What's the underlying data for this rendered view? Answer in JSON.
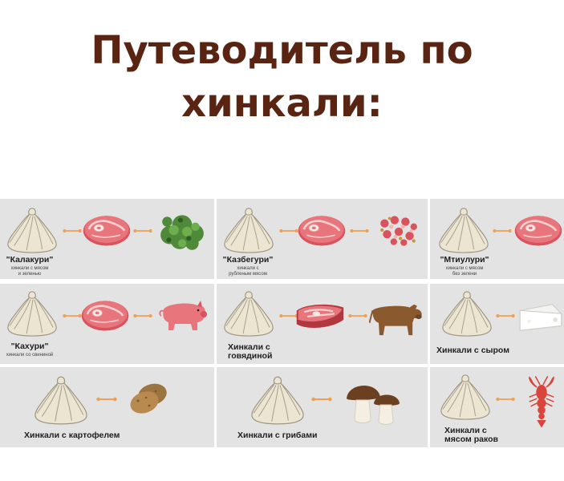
{
  "title_line1": "Путеводитель по",
  "title_line2": "хинкали:",
  "colors": {
    "title": "#5a2412",
    "cell_bg": "#e3e3e3",
    "connector": "#f0a050",
    "meat": "#e8747c",
    "dumpling": "#ece5d2"
  },
  "cells": [
    {
      "name": "\"Калакури\"",
      "sub1": "хинкали с мясом",
      "sub2": "и зеленью",
      "icons": [
        "dumpling-icon",
        "meat-icon",
        "greens-icon"
      ]
    },
    {
      "name": "\"Казбегури\"",
      "sub1": "хинкали с",
      "sub2": "рубленым мясом",
      "icons": [
        "dumpling-icon",
        "meat-icon",
        "minced-meat-icon"
      ]
    },
    {
      "name": "\"Мтиулури\"",
      "sub1": "хинкали с мясом",
      "sub2": "без зелени",
      "icons": [
        "dumpling-icon",
        "meat-icon"
      ]
    },
    {
      "name": "\"Кахури\"",
      "sub1": "хинкали со свининой",
      "icons": [
        "dumpling-icon",
        "meat-icon",
        "pig-icon"
      ]
    },
    {
      "line1": "Хинкали с",
      "line2": "говядиной",
      "icons": [
        "dumpling-icon",
        "steak-icon",
        "cow-icon"
      ]
    },
    {
      "name": "Хинкали с сыром",
      "icons": [
        "dumpling-icon",
        "cheese-icon"
      ]
    },
    {
      "name": "Хинкали с картофелем",
      "icons": [
        "dumpling-icon",
        "potato-icon"
      ]
    },
    {
      "name": "Хинкали с грибами",
      "icons": [
        "dumpling-icon",
        "mushroom-icon"
      ]
    },
    {
      "line1": "Хинкали с",
      "line2": "мясом раков",
      "icons": [
        "dumpling-icon",
        "crayfish-icon"
      ]
    }
  ]
}
